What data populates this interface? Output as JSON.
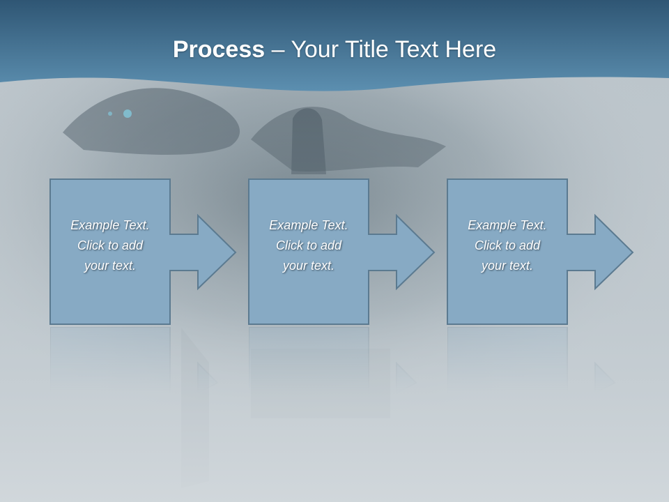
{
  "slide": {
    "title_bold": "Process",
    "title_rest": " – Your Title Text Here"
  },
  "steps": [
    {
      "lines": [
        "Example Text.",
        "Click  to add",
        "your text."
      ]
    },
    {
      "lines": [
        "Example Text.",
        "Click  to add",
        "your text."
      ]
    },
    {
      "lines": [
        "Example Text.",
        "Click  to add",
        "your text."
      ]
    }
  ],
  "colors": {
    "header_band": "#4f7f9f",
    "box_fill": "#87aac4",
    "box_border": "#5b7a90",
    "background": "#c5cdd2"
  }
}
